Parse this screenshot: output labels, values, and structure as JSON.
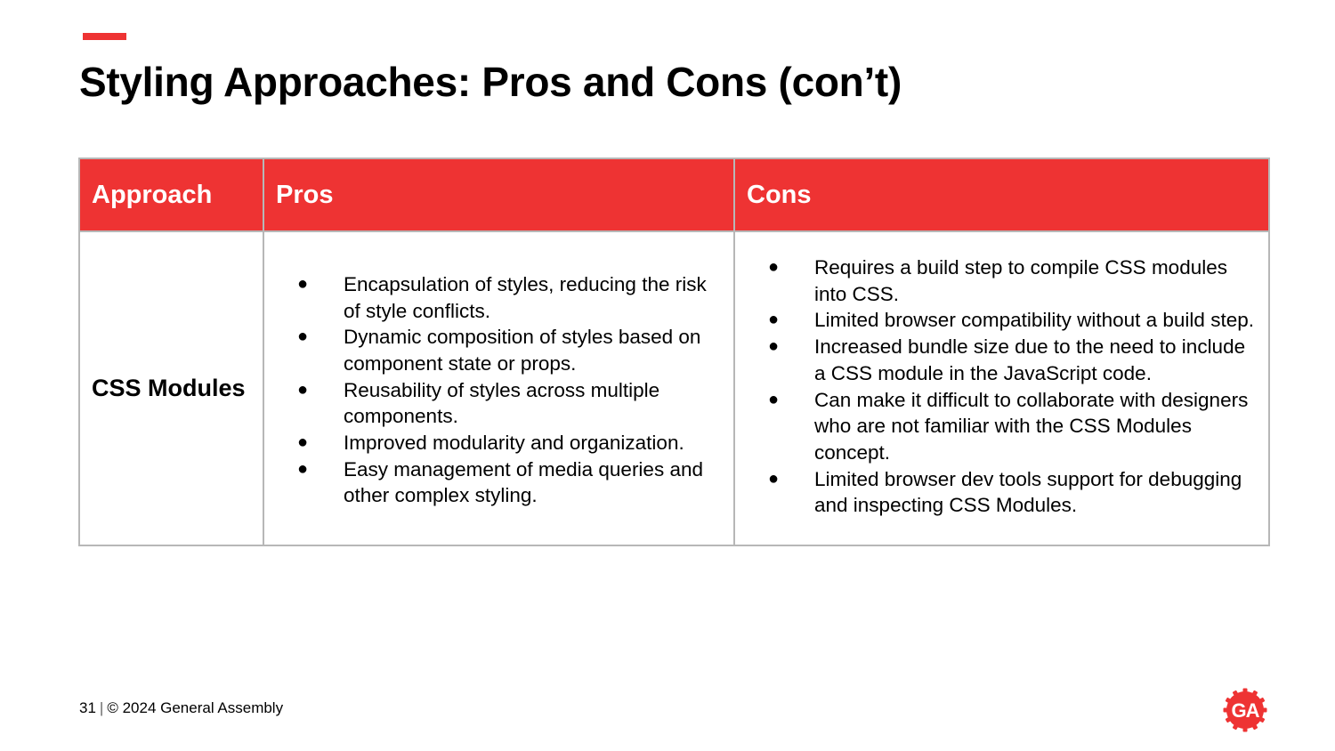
{
  "slide": {
    "title": "Styling Approaches: Pros and Cons (con’t)"
  },
  "table": {
    "headers": {
      "approach": "Approach",
      "pros": "Pros",
      "cons": "Cons"
    },
    "rows": [
      {
        "approach": "CSS Modules",
        "pros": [
          "Encapsulation of styles, reducing the risk of style conflicts.",
          "Dynamic composition of styles based on component state or props.",
          "Reusability of styles across multiple components.",
          "Improved modularity and organization.",
          "Easy management of media queries and other complex styling."
        ],
        "cons": [
          "Requires a build step to compile CSS modules into CSS.",
          "Limited browser compatibility without a build step.",
          "Increased bundle size due to the need to include a CSS module in the JavaScript code.",
          "Can make it difficult to collaborate with designers who are not familiar with the CSS Modules concept.",
          "Limited browser dev tools support for debugging and inspecting CSS Modules."
        ]
      }
    ]
  },
  "footer": {
    "page_number": "31",
    "copyright": "© 2024 General Assembly"
  },
  "logo": {
    "text": "GA",
    "icon": "general-assembly-logo-icon"
  },
  "colors": {
    "accent": "#ee3333",
    "border": "#b7b7b7",
    "header_text": "#ffffff"
  }
}
